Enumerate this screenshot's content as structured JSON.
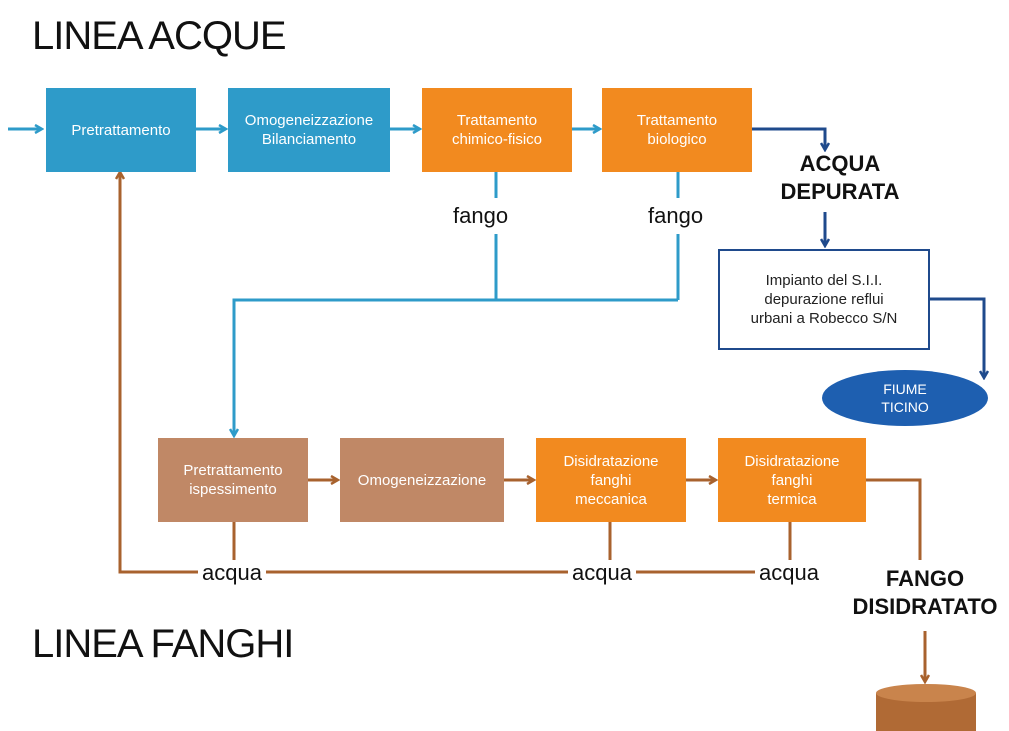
{
  "titles": {
    "water_line": "LINEA ACQUE",
    "sludge_line": "LINEA FANGHI"
  },
  "water_boxes": {
    "pretreatment": "Pretrattamento",
    "homogenization": "Omogeneizzazione\nBilanciamento",
    "chemical_physical": "Trattamento\nchimico-fisico",
    "biological": "Trattamento\nbiologico"
  },
  "labels": {
    "sludge_1": "fango",
    "sludge_2": "fango",
    "water_1": "acqua",
    "water_2": "acqua",
    "water_3": "acqua"
  },
  "outputs": {
    "treated_water": "ACQUA\nDEPURATA",
    "dewatered_sludge": "FANGO\nDISIDRATATO"
  },
  "plant_box": "Impianto del S.I.I.\ndepurazione reflui\nurbani a Robecco S/N",
  "river": "FIUME\nTICINO",
  "sludge_boxes": {
    "thickening": "Pretrattamento\nispessimento",
    "homogenization": "Omogeneizzazione",
    "mechanical": "Disidratazione\nfanghi\nmeccanica",
    "thermal": "Disidratazione\nfanghi\ntermica"
  },
  "colors": {
    "water_flow": "#2e9bc9",
    "treated_flow": "#1f4a8c",
    "sludge_flow": "#a8622e",
    "orange_box": "#f28a1f",
    "brown_box": "#c08866",
    "river": "#1e5fb0"
  }
}
